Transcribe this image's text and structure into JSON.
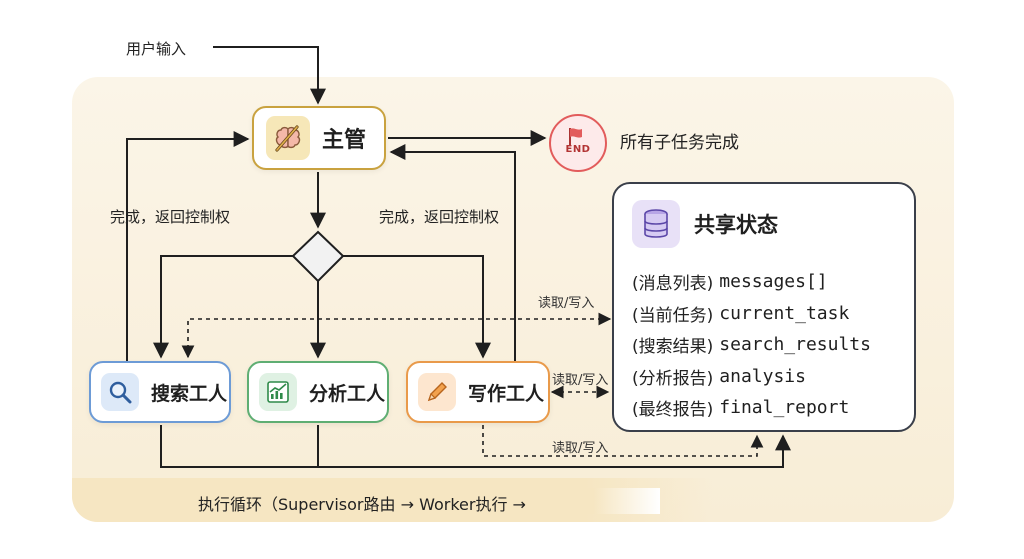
{
  "input_label": "用户输入",
  "supervisor": {
    "label": "主管",
    "icon": "brain-pencil-icon"
  },
  "end": {
    "badge": "END",
    "label": "所有子任务完成",
    "icon": "flag-icon"
  },
  "return_label_left": "完成，返回控制权",
  "return_label_right": "完成，返回控制权",
  "workers": [
    {
      "label": "搜索工人",
      "icon": "magnifier-icon",
      "color": "#6d9bd6"
    },
    {
      "label": "分析工人",
      "icon": "chart-icon",
      "color": "#5fae73"
    },
    {
      "label": "写作工人",
      "icon": "pencil-icon",
      "color": "#e99a4a"
    }
  ],
  "rw_labels": [
    "读取/写入",
    "读取/写入",
    "读取/写入"
  ],
  "state": {
    "title": "共享状态",
    "icon": "database-icon",
    "fields": [
      {
        "label": "(消息列表)",
        "key": "messages[]"
      },
      {
        "label": "(当前任务)",
        "key": "current_task"
      },
      {
        "label": "(搜索结果)",
        "key": "search_results"
      },
      {
        "label": "(分析报告)",
        "key": "analysis"
      },
      {
        "label": "(最终报告)",
        "key": "final_report"
      }
    ]
  },
  "loop_label": "执行循环（Supervisor路由 → Worker执行 →",
  "colors": {
    "supervisor_border": "#c9a23f",
    "end_border": "#e25c5c",
    "panel": "#fbf5e8",
    "state_icon_bg": "#e8e1f7"
  }
}
